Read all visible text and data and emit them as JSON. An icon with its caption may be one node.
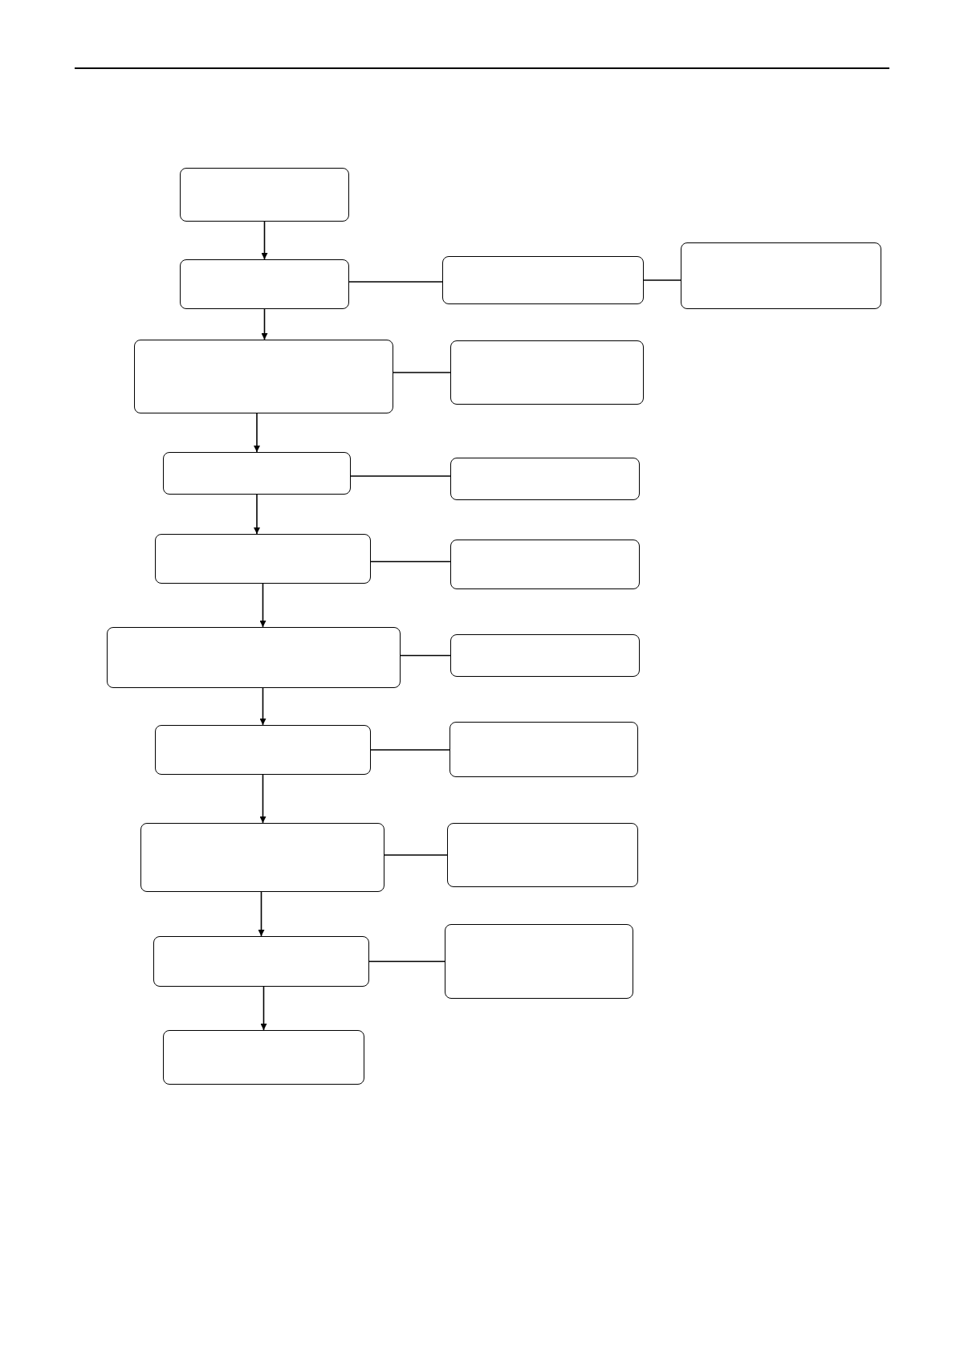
{
  "diagram": {
    "nodes": [
      {
        "text": [],
        "shape": "box"
      },
      {
        "text": [],
        "shape": "box"
      },
      {
        "text": [],
        "shape": "box"
      },
      {
        "text": [],
        "shape": "box"
      },
      {
        "text": [],
        "shape": "box"
      },
      {
        "text": [],
        "shape": "box"
      },
      {
        "text": [],
        "shape": "box"
      },
      {
        "text": [],
        "shape": "box"
      },
      {
        "text": [],
        "shape": "box"
      },
      {
        "text": [],
        "shape": "box"
      },
      {
        "text": [],
        "shape": "box"
      },
      {
        "text": [],
        "shape": "box"
      },
      {
        "text": [],
        "shape": "box"
      },
      {
        "text": [],
        "shape": "box"
      },
      {
        "text": [],
        "shape": "box"
      },
      {
        "text": [],
        "shape": "box"
      },
      {
        "text": [],
        "shape": "box"
      },
      {
        "text": [],
        "shape": "box"
      },
      {
        "text": [],
        "shape": "box"
      }
    ],
    "edges": [
      {
        "from": 0,
        "to": 1,
        "arrow": "to"
      },
      {
        "from": 1,
        "to": 2,
        "arrow": "none"
      },
      {
        "from": 2,
        "to": 3,
        "arrow": "none"
      },
      {
        "from": 1,
        "to": 4,
        "arrow": "to"
      },
      {
        "from": 4,
        "to": 5,
        "arrow": "none"
      },
      {
        "from": 4,
        "to": 6,
        "arrow": "to"
      },
      {
        "from": 6,
        "to": 7,
        "arrow": "none"
      },
      {
        "from": 6,
        "to": 8,
        "arrow": "to"
      },
      {
        "from": 8,
        "to": 9,
        "arrow": "none"
      },
      {
        "from": 8,
        "to": 10,
        "arrow": "to"
      },
      {
        "from": 10,
        "to": 11,
        "arrow": "none"
      },
      {
        "from": 10,
        "to": 12,
        "arrow": "to"
      },
      {
        "from": 12,
        "to": 13,
        "arrow": "none"
      },
      {
        "from": 12,
        "to": 14,
        "arrow": "to"
      },
      {
        "from": 14,
        "to": 15,
        "arrow": "none"
      },
      {
        "from": 14,
        "to": 16,
        "arrow": "to"
      },
      {
        "from": 16,
        "to": 17,
        "arrow": "none"
      },
      {
        "from": 16,
        "to": 18,
        "arrow": "to"
      }
    ]
  }
}
